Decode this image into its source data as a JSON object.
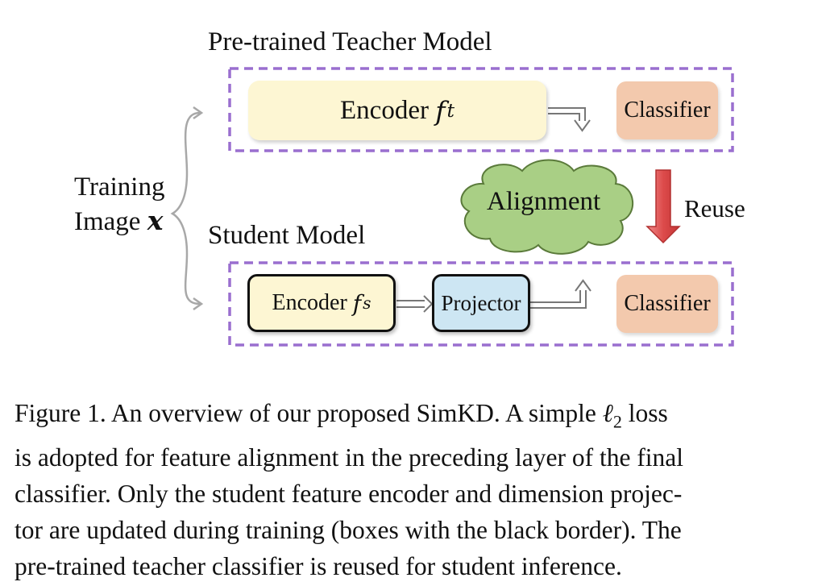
{
  "teacher": {
    "title": "Pre-trained Teacher Model",
    "encoder_label": "Encoder",
    "encoder_symbol": "f",
    "encoder_sup": "t",
    "classifier_label": "Classifier"
  },
  "student": {
    "title": "Student Model",
    "encoder_label": "Encoder",
    "encoder_symbol": "f",
    "encoder_sup": "s",
    "projector_label": "Projector",
    "classifier_label": "Classifier"
  },
  "input": {
    "line1": "Training",
    "line2": "Image",
    "symbol": "x"
  },
  "alignment_label": "Alignment",
  "reuse_label": "Reuse",
  "colors": {
    "dashed_border": "#9a6fcf",
    "encoder_fill": "#fdf6d3",
    "classifier_fill": "#f3c9ad",
    "projector_fill": "#cde6f3",
    "cloud_fill": "#a9cf85",
    "reuse_arrow": "#dd4b4b",
    "brace": "#a8a8a8"
  },
  "caption": {
    "line1_a": "Figure 1.  An overview of our proposed SimKD. A simple ",
    "line1_b": " loss",
    "loss_symbol": "ℓ",
    "loss_sub": "2",
    "line2": "is adopted for feature alignment in the preceding layer of the final",
    "line3": "classifier. Only the student feature encoder and dimension projec-",
    "line4": "tor are updated during training (boxes with the black border). The",
    "line5": "pre-trained teacher classifier is reused for student inference."
  }
}
